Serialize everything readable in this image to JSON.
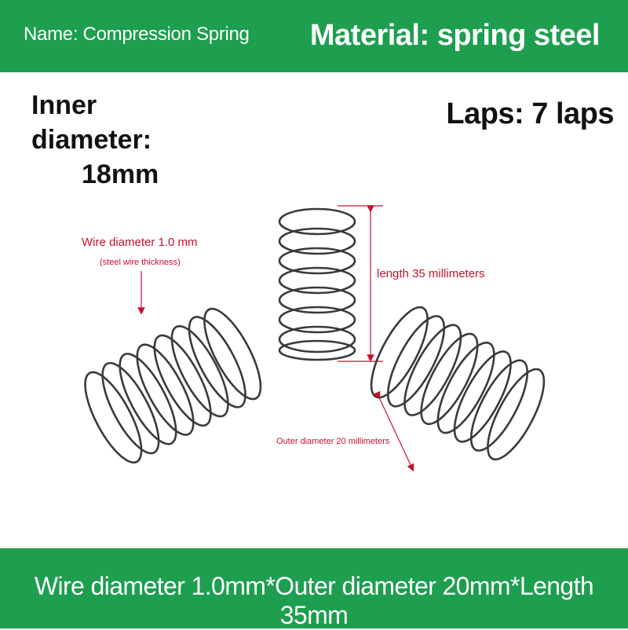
{
  "header": {
    "name": "Name: Compression Spring",
    "material": "Material: spring steel"
  },
  "specs": {
    "inner_diameter_label": "Inner diameter:",
    "inner_diameter_value": "18mm",
    "laps": "Laps: 7 laps"
  },
  "annotations": {
    "wire_diameter": "Wire diameter 1.0 mm",
    "wire_note": "(steel wire thickness)",
    "length": "length 35 millimeters",
    "outer_diameter": "Outer diameter 20 millimeters"
  },
  "footer": {
    "caption": "Wire diameter 1.0mm*Outer diameter 20mm*Length 35mm"
  },
  "colors": {
    "band_green": "#1e9e4f",
    "annotation_red": "#c8102e",
    "spring_steel": "#3a3a3a"
  }
}
